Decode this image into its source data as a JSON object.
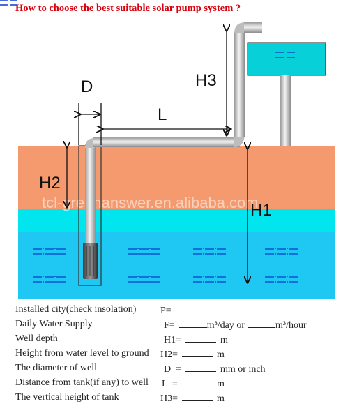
{
  "title": "How to choose the best suitable solar pump system ?",
  "diagram": {
    "label_d": "D",
    "label_l": "L",
    "label_h1": "H1",
    "label_h2": "H2",
    "label_h3": "H3",
    "watermark": "tcl-greenanswer.en.alibaba.com",
    "water_symbol": "=·=·=",
    "colors": {
      "soil": "#f59a6e",
      "water_top": "#00e5ee",
      "water_deep": "#1ec8f2",
      "tank_water": "#08d0d8",
      "pipe": "#c7c7c7"
    }
  },
  "form": {
    "rows": [
      {
        "label": "Installed city(check insolation)",
        "field": "P=",
        "unit": ""
      },
      {
        "label": "Daily Water Supply",
        "field": "F=",
        "unit": "m³/day or",
        "unit2": "m³/hour"
      },
      {
        "label": "Well depth",
        "field": "H1=",
        "unit": "m"
      },
      {
        "label": "Height from water level to ground",
        "field": "H2=",
        "unit": "m"
      },
      {
        "label": "The diameter of well",
        "field": "D  =",
        "unit": "mm or inch"
      },
      {
        "label": "Distance from tank(if any) to well",
        "field": "L  =",
        "unit": "m"
      },
      {
        "label": "The vertical height of tank",
        "field": "H3=",
        "unit": "m"
      }
    ]
  }
}
